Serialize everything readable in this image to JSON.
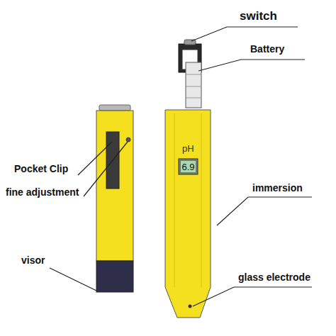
{
  "diagram": {
    "labels": [
      "switch",
      "Battery",
      "Pocket Clip",
      "fine adjustment",
      "visor",
      "pH",
      "6.9",
      "immersion",
      "glass electrode"
    ]
  }
}
